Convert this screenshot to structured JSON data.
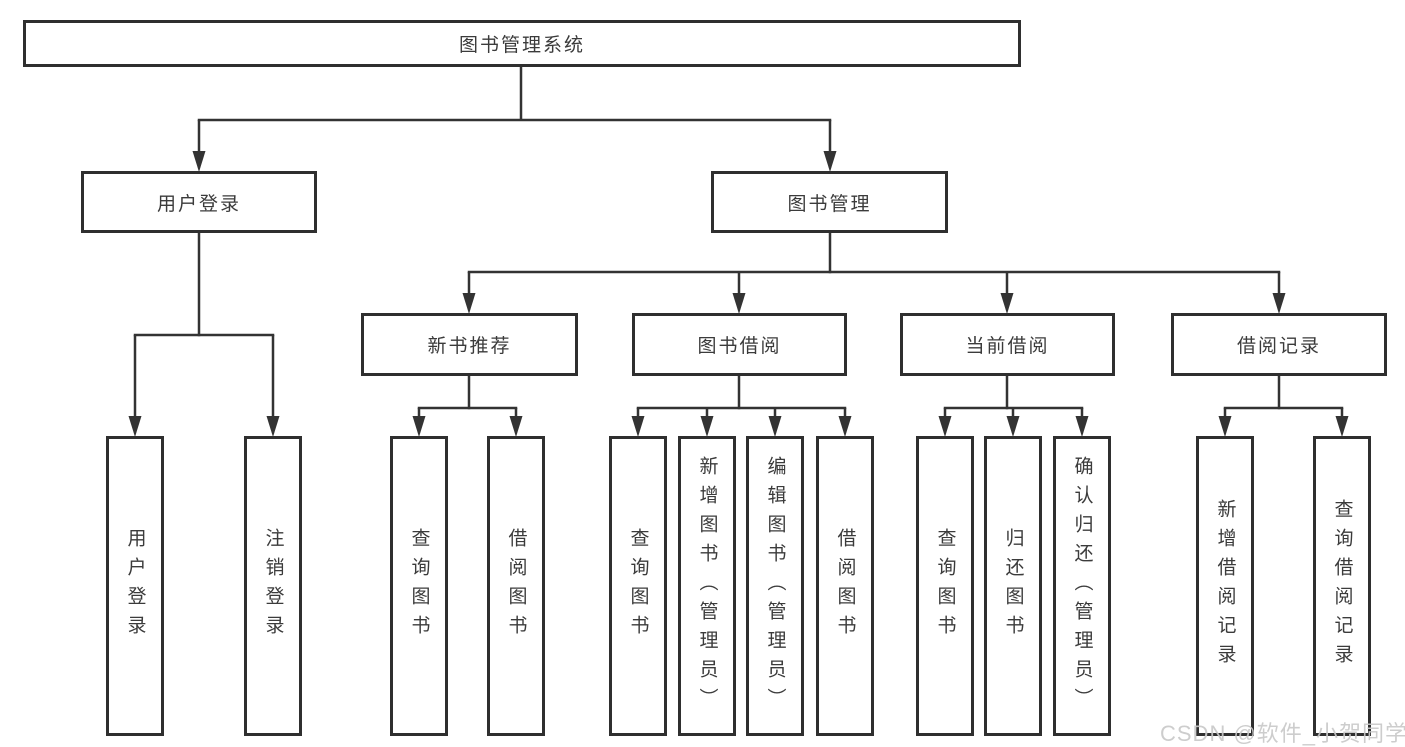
{
  "diagram": {
    "root": {
      "label": "图书管理系统"
    },
    "branches": [
      {
        "label": "用户登录",
        "children": [
          {
            "label": "用户登录"
          },
          {
            "label": "注销登录"
          }
        ]
      },
      {
        "label": "图书管理",
        "groups": [
          {
            "label": "新书推荐",
            "children": [
              {
                "label": "查询图书"
              },
              {
                "label": "借阅图书"
              }
            ]
          },
          {
            "label": "图书借阅",
            "children": [
              {
                "label": "查询图书"
              },
              {
                "label": "新增图书（管理员）"
              },
              {
                "label": "编辑图书（管理员）"
              },
              {
                "label": "借阅图书"
              }
            ]
          },
          {
            "label": "当前借阅",
            "children": [
              {
                "label": "查询图书"
              },
              {
                "label": "归还图书"
              },
              {
                "label": "确认归还（管理员）"
              }
            ]
          },
          {
            "label": "借阅记录",
            "children": [
              {
                "label": "新增借阅记录"
              },
              {
                "label": "查询借阅记录"
              }
            ]
          }
        ]
      }
    ]
  },
  "watermark": {
    "text": "CSDN @软件_小贺同学"
  },
  "colors": {
    "line": "#333333",
    "box_border": "#2f2f2f",
    "text": "#3b3b3b",
    "watermark": "#c9c9c9",
    "background": "#ffffff"
  }
}
